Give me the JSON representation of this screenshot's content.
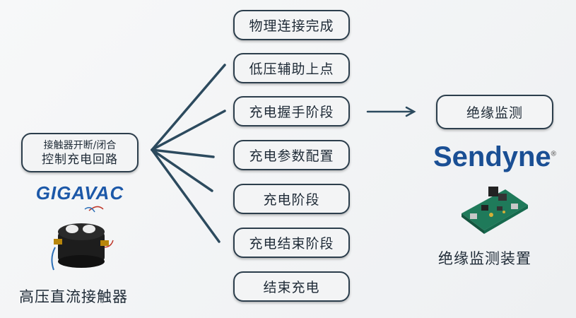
{
  "source": {
    "box_line1": "接触器开断/闭合",
    "box_line2": "控制充电回路",
    "brand": "GIGAVAC",
    "caption": "高压直流接触器"
  },
  "stages": [
    "物理连接完成",
    "低压辅助上点",
    "充电握手阶段",
    "充电参数配置",
    "充电阶段",
    "充电结束阶段",
    "结束充电"
  ],
  "monitor": {
    "box_label": "绝缘监测",
    "brand": "Sendyne",
    "brand_mark": "®",
    "caption": "绝缘监测装置"
  },
  "colors": {
    "line": "#2c4a5e",
    "gigavac": "#1c58a8",
    "sendyne": "#1a4f94"
  },
  "icons": [
    "contactor-icon",
    "insulation-monitor-board-icon",
    "arrow-right-icon"
  ]
}
